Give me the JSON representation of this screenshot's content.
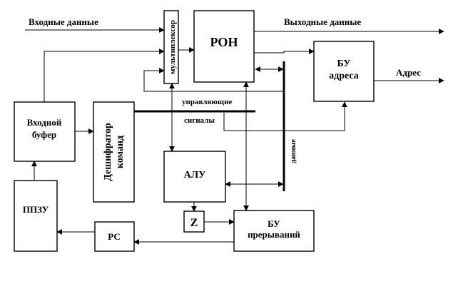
{
  "labels": {
    "input_data": "Входные данные",
    "output_data": "Выходные данные",
    "address_out": "Адрес",
    "control_signals_1": "управляющие",
    "control_signals_2": "сигналы",
    "data_bus": "данные"
  },
  "blocks": {
    "multiplexer": "мультиплексор",
    "ron": "РОН",
    "bu_address_1": "БУ",
    "bu_address_2": "адреса",
    "input_buffer_1": "Входной",
    "input_buffer_2": "буфер",
    "decoder_1": "Дешифратор",
    "decoder_2": "команд",
    "alu": "АЛУ",
    "ppzu": "ППЗУ",
    "z_flag": "Z",
    "bu_interrupt_1": "БУ",
    "bu_interrupt_2": "прерываний",
    "pc": "РС"
  }
}
